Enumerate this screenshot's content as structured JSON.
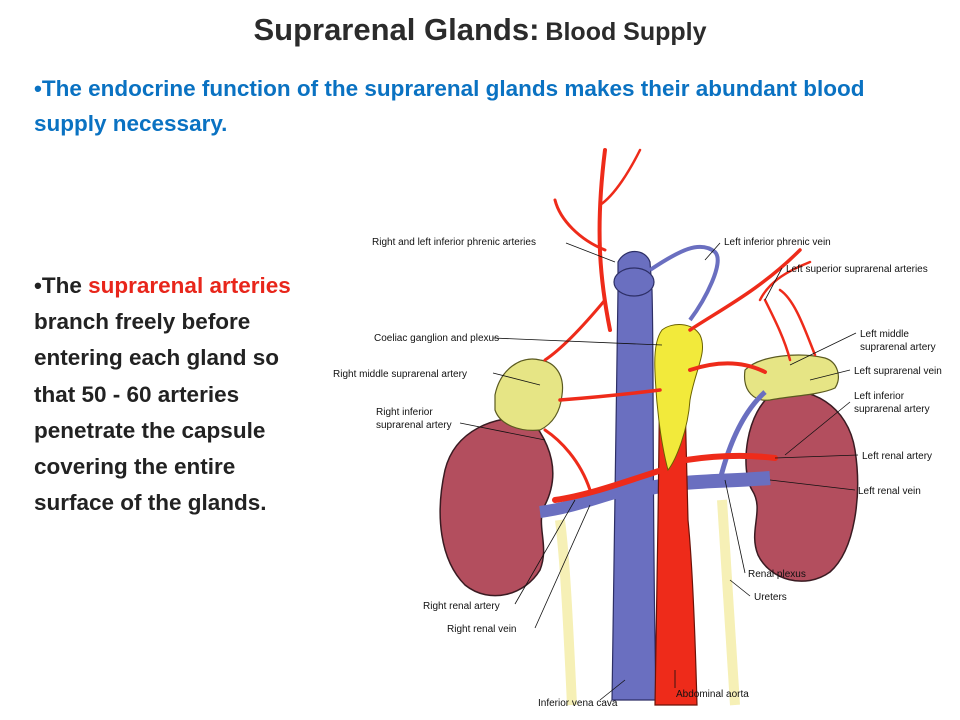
{
  "title": {
    "main": "Suprarenal Glands:",
    "sub": "Blood Supply"
  },
  "bullets": {
    "first": "•The endocrine function of the suprarenal glands makes their abundant blood supply necessary.",
    "second_prefix": "•The ",
    "second_highlight": "suprarenal arteries",
    "second_rest": " branch freely before entering each gland so that 50 - 60 arteries penetrate the capsule covering the entire surface of the glands."
  },
  "diagram": {
    "labels": {
      "phrenic_arteries": "Right and left inferior phrenic arteries",
      "coeliac": "Coeliac ganglion and plexus",
      "right_middle": "Right middle suprarenal artery",
      "right_inferior_1": "Right inferior",
      "right_inferior_2": "suprarenal artery",
      "right_renal_artery": "Right renal artery",
      "right_renal_vein": "Right renal vein",
      "ivc": "Inferior vena cava",
      "aorta": "Abdominal aorta",
      "left_phrenic_vein": "Left inferior phrenic vein",
      "left_superior": "Left superior suprarenal arteries",
      "left_middle_1": "Left middle",
      "left_middle_2": "suprarenal artery",
      "left_supra_vein": "Left suprarenal vein",
      "left_inferior_1": "Left inferior",
      "left_inferior_2": "suprarenal artery",
      "left_renal_artery": "Left renal artery",
      "left_renal_vein": "Left renal vein",
      "renal_plexus": "Renal plexus",
      "ureters": "Ureters"
    },
    "colors": {
      "artery": "#ee2b1a",
      "vein": "#6a6fc0",
      "kidney": "#b34e5e",
      "gland": "#e6e585",
      "ganglion": "#f2ea3b",
      "ureter": "#f6f0b6"
    }
  }
}
